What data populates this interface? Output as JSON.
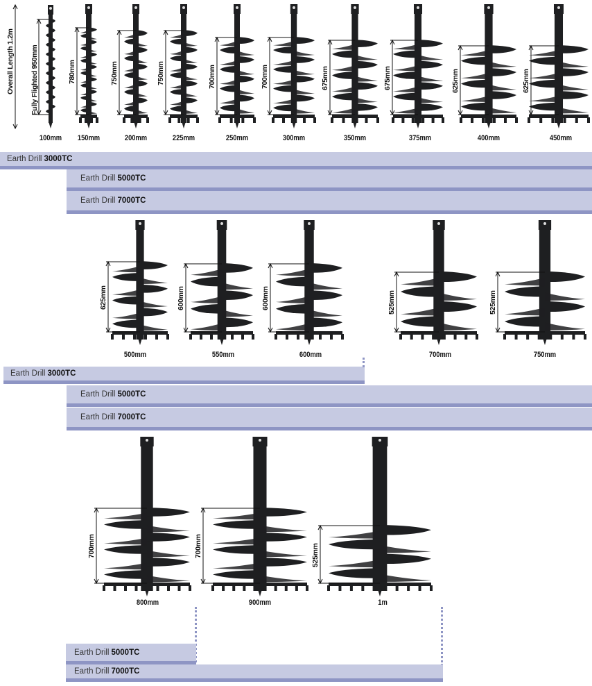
{
  "row1": {
    "overall_length": "Overall Length 1.2m",
    "fully_flighted": "Fully Flighted 950mm",
    "augers": [
      {
        "size": "100mm",
        "dim": ""
      },
      {
        "size": "150mm",
        "dim": "780mm"
      },
      {
        "size": "200mm",
        "dim": "750mm"
      },
      {
        "size": "225mm",
        "dim": "750mm"
      },
      {
        "size": "250mm",
        "dim": "700mm"
      },
      {
        "size": "300mm",
        "dim": "700mm"
      },
      {
        "size": "350mm",
        "dim": "675mm"
      },
      {
        "size": "375mm",
        "dim": "675mm"
      },
      {
        "size": "400mm",
        "dim": "625mm"
      },
      {
        "size": "450mm",
        "dim": "625mm"
      }
    ],
    "bars": [
      {
        "prefix": "Earth Drill",
        "model": "3000TC"
      },
      {
        "prefix": "Earth Drill",
        "model": "5000TC"
      },
      {
        "prefix": "Earth Drill",
        "model": "7000TC"
      }
    ]
  },
  "row2": {
    "augers": [
      {
        "size": "500mm",
        "dim": "625mm"
      },
      {
        "size": "550mm",
        "dim": "600mm"
      },
      {
        "size": "600mm",
        "dim": "600mm"
      },
      {
        "size": "700mm",
        "dim": "525mm"
      },
      {
        "size": "750mm",
        "dim": "525mm"
      }
    ],
    "bars": [
      {
        "prefix": "Earth Drill",
        "model": "3000TC"
      },
      {
        "prefix": "Earth Drill",
        "model": "5000TC"
      },
      {
        "prefix": "Earth Drill",
        "model": "7000TC"
      }
    ]
  },
  "row3": {
    "augers": [
      {
        "size": "800mm",
        "dim": "700mm"
      },
      {
        "size": "900mm",
        "dim": "700mm"
      },
      {
        "size": "1m",
        "dim": "525mm"
      }
    ],
    "bars": [
      {
        "prefix": "Earth Drill",
        "model": "5000TC"
      },
      {
        "prefix": "Earth Drill",
        "model": "7000TC"
      }
    ]
  },
  "colors": {
    "bar_fill": "#c6cae2",
    "bar_edge": "#8e95c4",
    "auger": "#1e1f21"
  }
}
